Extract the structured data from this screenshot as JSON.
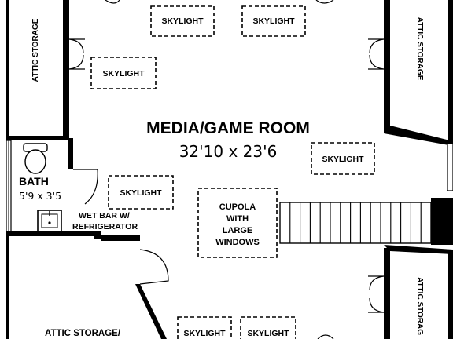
{
  "rooms": {
    "media": {
      "name": "MEDIA/GAME ROOM",
      "size": "32'10 x 23'6"
    },
    "bath": {
      "name": "BATH",
      "size": "5'9 x 3'5"
    },
    "wet_bar": {
      "line1": "WET BAR W/",
      "line2": "REFRIGERATOR"
    },
    "attic_left": "ATTIC STORAGE",
    "attic_right_top": "ATTIC STORAGE",
    "attic_right_bottom": "ATTIC STORAG",
    "attic_bottom_left": "ATTIC STORAGE/"
  },
  "skylights": {
    "label": "SKYLIGHT"
  },
  "cupola": {
    "line1": "CUPOLA",
    "line2": "WITH",
    "line3": "LARGE",
    "line4": "WINDOWS"
  }
}
